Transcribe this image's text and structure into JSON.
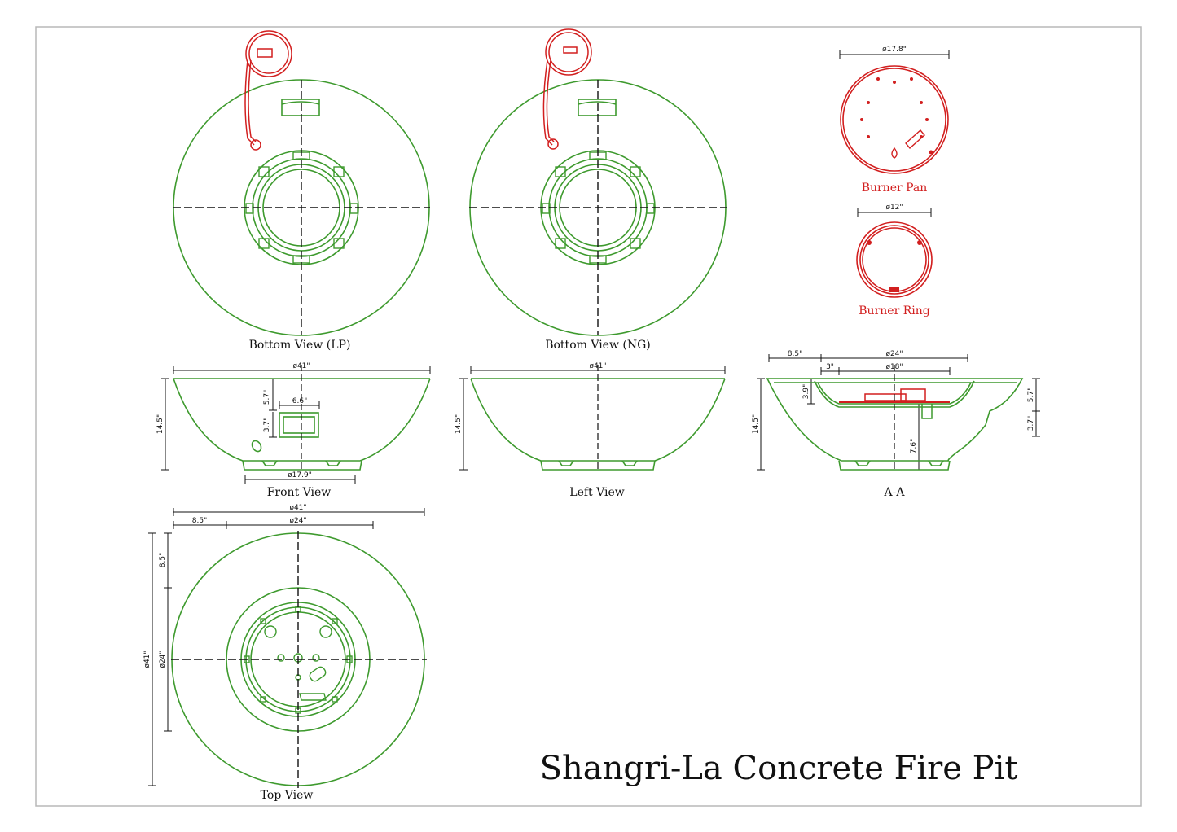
{
  "title": "Shangri-La Concrete Fire Pit",
  "colors": {
    "body": "#3e9a2e",
    "burner": "#d21f1f",
    "dimension": "#111111",
    "frame": "#b8b8b8"
  },
  "views": {
    "bottom_lp": "Bottom View (LP)",
    "bottom_ng": "Bottom View (NG)",
    "front": "Front View",
    "left": "Left View",
    "section": "A-A",
    "top": "Top View",
    "burner_pan": "Burner Pan",
    "burner_ring": "Burner Ring"
  },
  "dims": {
    "pan_dia": "ø17.8\"",
    "ring_dia": "ø12\"",
    "front_width": "ø41\"",
    "front_height": "14.5\"",
    "front_opening_top": "5.7\"",
    "front_opening_height": "3.7\"",
    "front_opening_width": "6.6\"",
    "front_base": "ø17.9\"",
    "left_width": "ø41\"",
    "left_height": "14.5\"",
    "sec_offset": "8.5\"",
    "sec_top_dia": "ø24\"",
    "sec_inner_offset": "3\"",
    "sec_inner_dia": "ø18\"",
    "sec_depth": "3.9\"",
    "sec_height": "14.5\"",
    "sec_base": "7.6\"",
    "sec_right_top": "5.7\"",
    "sec_right_bot": "3.7\"",
    "top_width": "ø41\"",
    "top_offset": "8.5\"",
    "top_inner_dia": "ø24\"",
    "top_vert_offset": "8.5\"",
    "top_vert_total": "ø41\"",
    "top_vert_inner": "ø24\""
  }
}
